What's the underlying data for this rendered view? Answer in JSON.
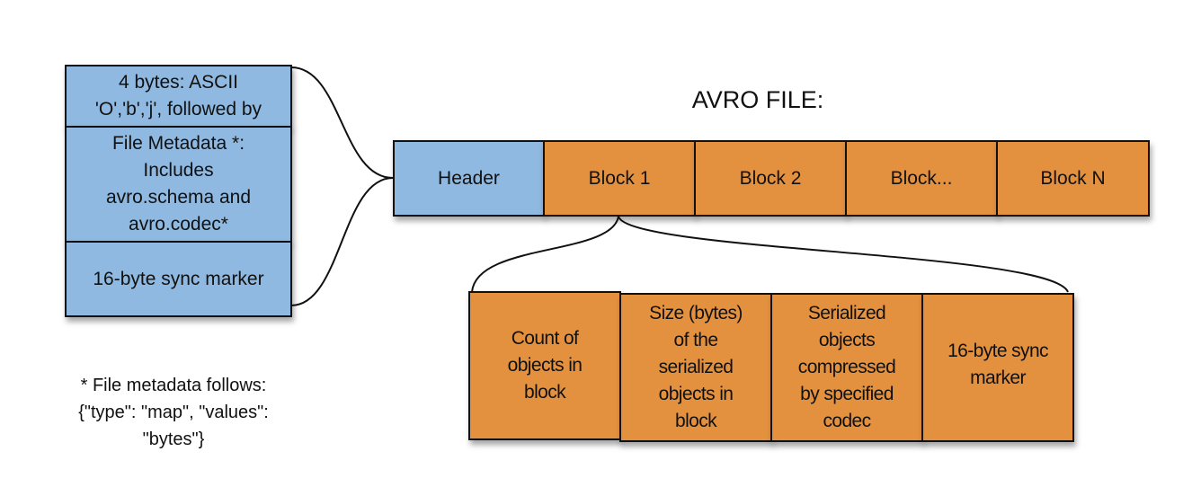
{
  "title": "AVRO FILE:",
  "header_detail": [
    {
      "lines": [
        "4 bytes: ASCII",
        "'O','b','j', followed by"
      ]
    },
    {
      "lines": [
        "File Metadata *:",
        "Includes",
        "avro.schema  and",
        "avro.codec*"
      ]
    },
    {
      "lines": [
        "16-byte sync marker"
      ]
    }
  ],
  "file_row": [
    "Header",
    "Block 1",
    "Block 2",
    "Block...",
    "Block N"
  ],
  "block_detail": [
    {
      "lines": [
        "Count of",
        "objects in",
        "block"
      ]
    },
    {
      "lines": [
        "Size (bytes)",
        "of the",
        "serialized",
        "objects in",
        "block"
      ]
    },
    {
      "lines": [
        "Serialized",
        "objects",
        "compressed",
        "by specified",
        "codec"
      ]
    },
    {
      "lines": [
        "16-byte sync",
        "marker"
      ]
    }
  ],
  "footnote": [
    "* File metadata follows:",
    "{\"type\": \"map\", \"values\":",
    "\"bytes\"}"
  ],
  "colors": {
    "header": "#8fb9e1",
    "block": "#e4913f",
    "stroke": "#111111"
  }
}
